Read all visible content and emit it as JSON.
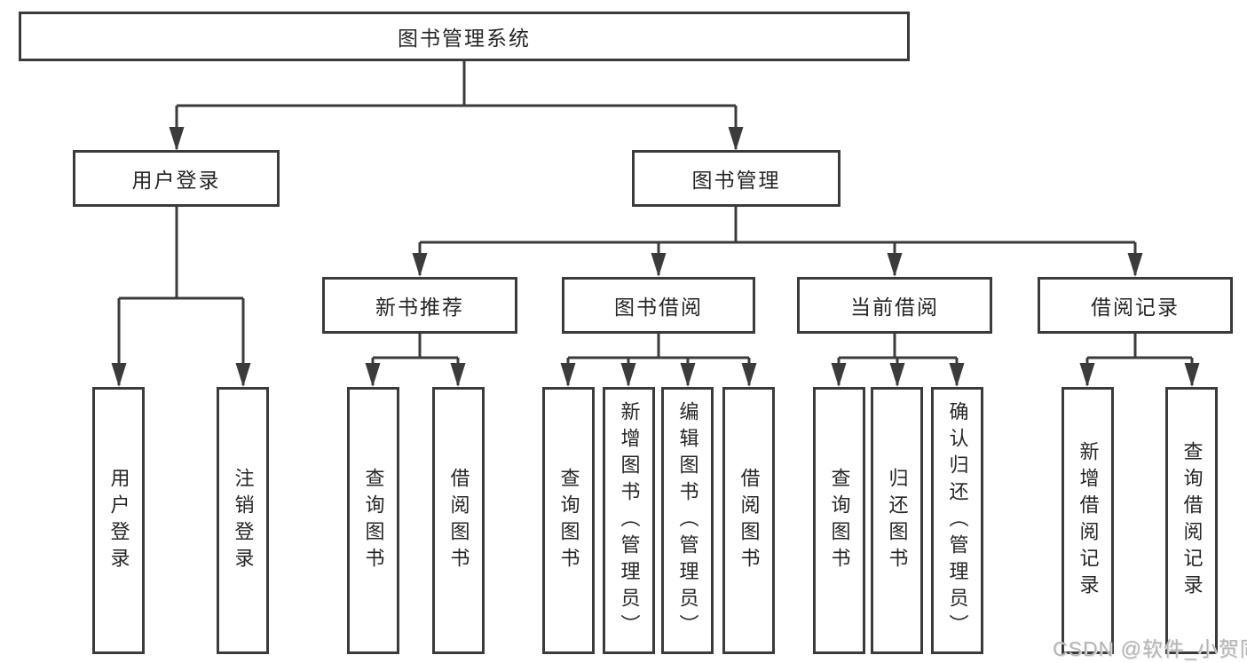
{
  "diagram": {
    "root": {
      "label": "图书管理系统",
      "children": [
        {
          "label": "用户登录",
          "children": [
            {
              "label": "用户登录"
            },
            {
              "label": "注销登录"
            }
          ]
        },
        {
          "label": "图书管理",
          "children": [
            {
              "label": "新书推荐",
              "children": [
                {
                  "label": "查询图书"
                },
                {
                  "label": "借阅图书"
                }
              ]
            },
            {
              "label": "图书借阅",
              "children": [
                {
                  "label": "查询图书"
                },
                {
                  "label": "新增图书（管理员）"
                },
                {
                  "label": "编辑图书（管理员）"
                },
                {
                  "label": "借阅图书"
                }
              ]
            },
            {
              "label": "当前借阅",
              "children": [
                {
                  "label": "查询图书"
                },
                {
                  "label": "归还图书"
                },
                {
                  "label": "确认归还（管理员）"
                }
              ]
            },
            {
              "label": "借阅记录",
              "children": [
                {
                  "label": "新增借阅记录"
                },
                {
                  "label": "查询借阅记录"
                }
              ]
            }
          ]
        }
      ]
    },
    "colors": {
      "line": "#3b3b3b",
      "box_border": "#3b3b3b",
      "text": "#262626",
      "watermark": "#b5b5b5",
      "background": "#ffffff"
    }
  },
  "watermark": {
    "text": "CSDN @软件_小贺同学"
  }
}
